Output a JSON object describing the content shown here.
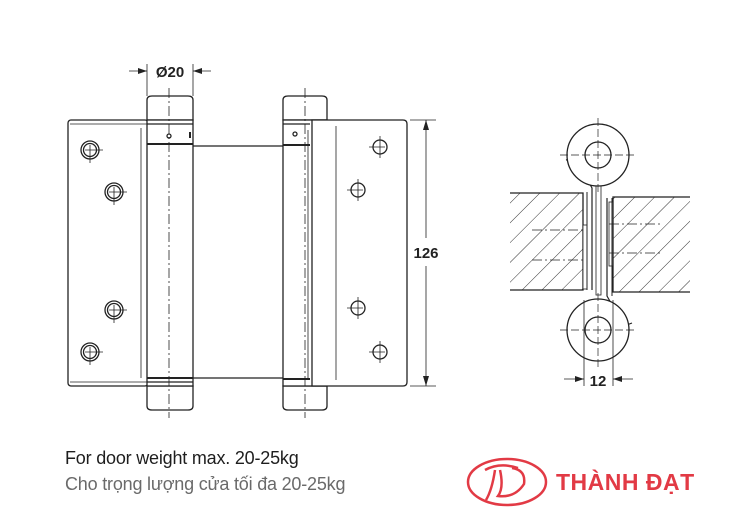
{
  "dimensions": {
    "barrel_diameter": "Ø20",
    "leaf_height": "126",
    "gap_width": "12"
  },
  "caption": {
    "english": "For door weight max. 20-25kg",
    "vietnamese": "Cho trọng lượng cửa tối đa 20-25kg"
  },
  "brand": {
    "name": "THÀNH ĐẠT",
    "monogram": "TĐ",
    "color": "#e23a45"
  }
}
